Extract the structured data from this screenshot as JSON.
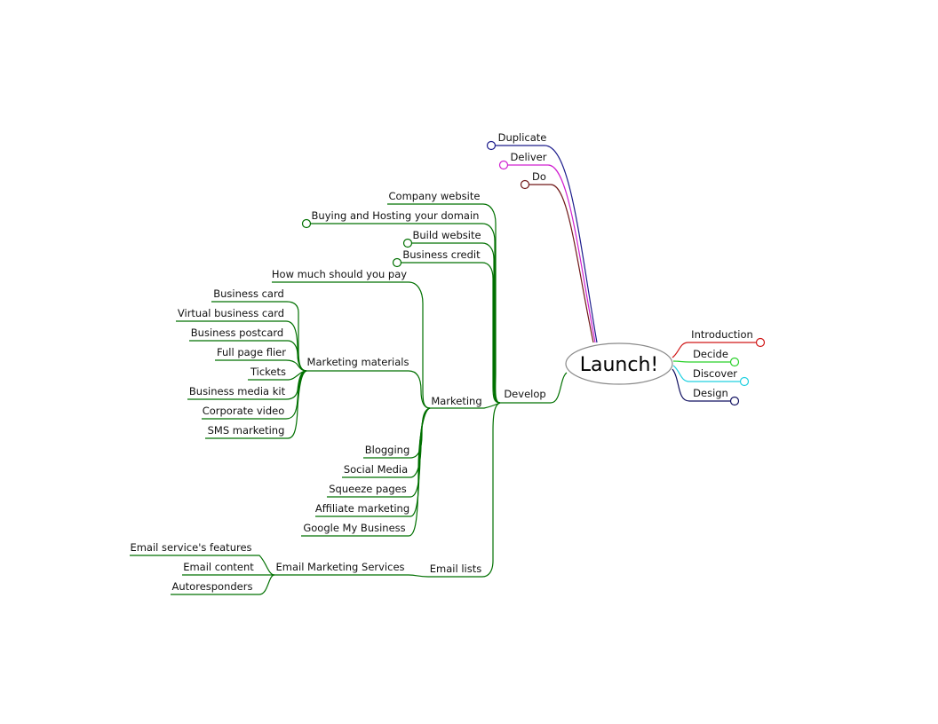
{
  "root": "Launch!",
  "colors": {
    "develop": "#007000",
    "duplicate": "#1c1c8c",
    "deliver": "#d020d0",
    "do": "#701818",
    "introduction": "#d01818",
    "decide": "#28d028",
    "discover": "#20d0e0",
    "design": "#101060",
    "root_stroke": "#8a8a8a"
  },
  "nodes": {
    "duplicate": "Duplicate",
    "deliver": "Deliver",
    "do": "Do",
    "introduction": "Introduction",
    "decide": "Decide",
    "discover": "Discover",
    "design": "Design",
    "develop": "Develop",
    "company_website": "Company website",
    "buying_hosting": "Buying and Hosting your domain",
    "build_website": "Build website",
    "business_credit": "Business credit",
    "marketing": "Marketing",
    "email_lists": "Email lists",
    "how_much": "How much should you pay",
    "marketing_materials": "Marketing materials",
    "business_card": "Business card",
    "virtual_business_card": "Virtual business card",
    "business_postcard": "Business postcard",
    "full_page_flier": "Full page flier",
    "tickets": "Tickets",
    "business_media_kit": "Business media kit",
    "corporate_video": "Corporate video",
    "sms_marketing": "SMS marketing",
    "blogging": "Blogging",
    "social_media": "Social Media",
    "squeeze_pages": "Squeeze pages",
    "affiliate_marketing": "Affiliate marketing",
    "google_my_business": "Google My Business",
    "email_marketing_services": "Email Marketing Services",
    "email_service_features": "Email service's features",
    "email_content": "Email content",
    "autoresponders": "Autoresponders"
  }
}
